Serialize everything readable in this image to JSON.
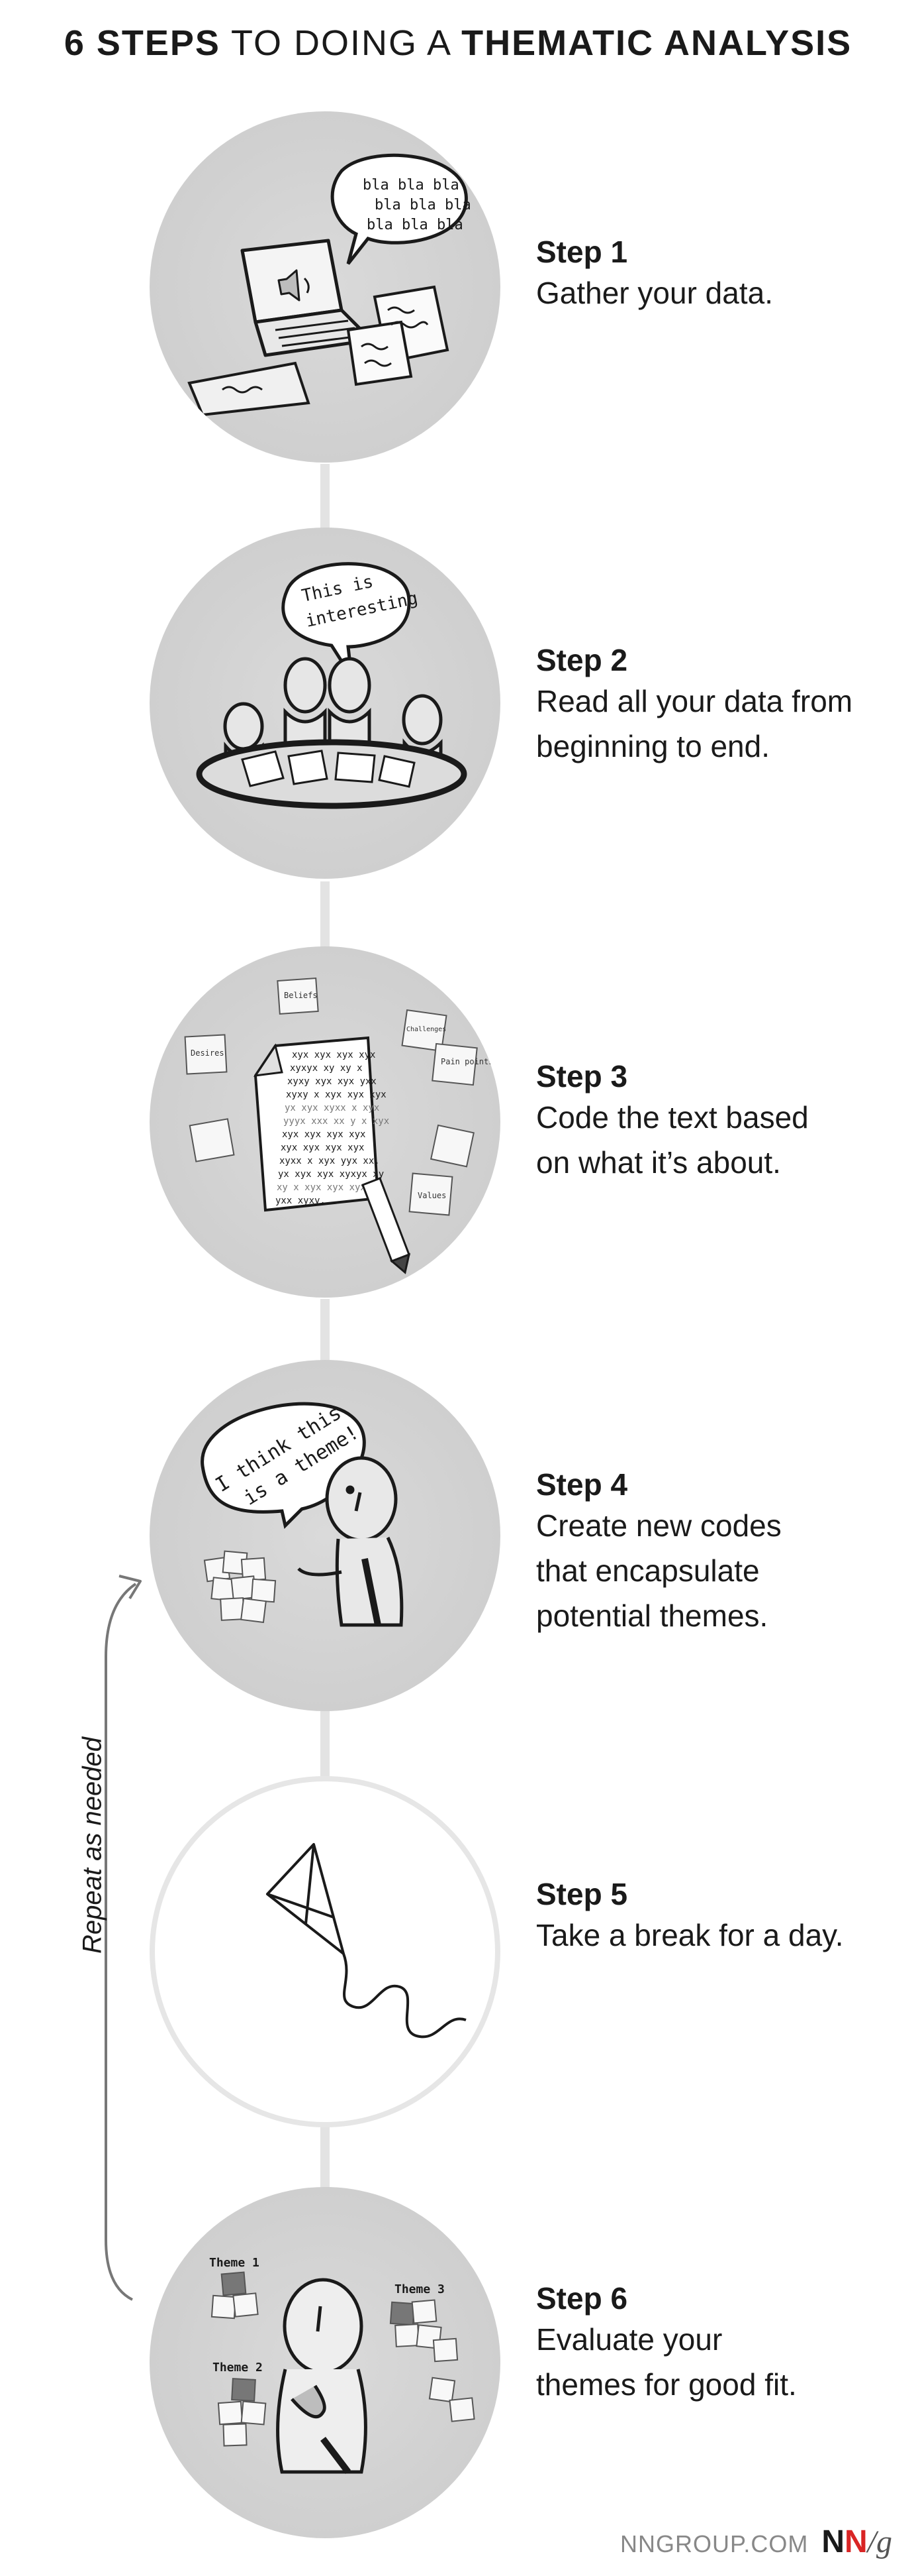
{
  "title": {
    "part1": "6 STEPS",
    "part2": "TO DOING A",
    "part3": "THEMATIC ANALYSIS"
  },
  "steps": [
    {
      "label": "Step 1",
      "lines": [
        "Gather your data."
      ]
    },
    {
      "label": "Step 2",
      "lines": [
        "Read all your data from",
        "beginning to end."
      ]
    },
    {
      "label": "Step 3",
      "lines": [
        "Code the text based",
        "on what it’s about."
      ]
    },
    {
      "label": "Step 4",
      "lines": [
        "Create new codes",
        "that encapsulate",
        "potential themes."
      ]
    },
    {
      "label": "Step 5",
      "lines": [
        "Take a break for a day."
      ]
    },
    {
      "label": "Step 6",
      "lines": [
        "Evaluate your",
        "themes for good fit."
      ]
    }
  ],
  "illustrations": {
    "step1_bubble": [
      "bla bla bla",
      "bla bla bla",
      "bla bla bla"
    ],
    "step2_bubble": [
      "This is",
      "interesting"
    ],
    "step3_notes": [
      "Beliefs",
      "Desires",
      "Challenges",
      "Pain points",
      "Values"
    ],
    "step3_doc": [
      "xyx xyx xyx xyx",
      "xyxyx xy xy x",
      "xyxy xyx xyx yxx",
      "xyxy x xyx xyx xyx",
      "yx xyx xyxx x xyx",
      "yyyx xxx xx y x xyx",
      "xyx xyx xyx xyx",
      "xyx xyx xyx xyx",
      "xyxx x xyx yyx xx.",
      "yx xyx xyx xyxyx xy",
      "xy x xyx xyx xyx",
      "yxx xyxy."
    ],
    "step4_bubble": [
      "I think this",
      "is a theme!"
    ],
    "step6_themes": [
      "Theme 1",
      "Theme 2",
      "Theme 3"
    ]
  },
  "repeat_label": "Repeat as needed",
  "footer": {
    "site": "NNGROUP.COM",
    "logo_n1": "N",
    "logo_n2": "N",
    "logo_g": "/g"
  }
}
